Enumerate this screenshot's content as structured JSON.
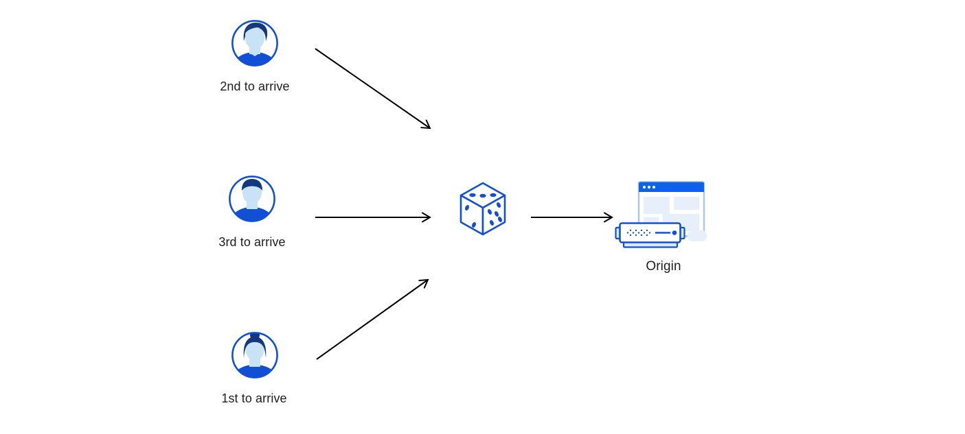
{
  "diagram": {
    "colors": {
      "background": "#ffffff",
      "arrow": "#000000",
      "blue": "#1150d4",
      "blue_dark": "#14387e",
      "blue_bar": "#0e62e6",
      "blue_light": "#c8e2f6",
      "blue_pale": "#e7f0fa",
      "text": "#1d1d1f"
    },
    "clients": [
      {
        "label": "2nd to arrive",
        "icon": "person-avatar-icon"
      },
      {
        "label": "3rd to arrive",
        "icon": "person-avatar-icon"
      },
      {
        "label": "1st to arrive",
        "icon": "person-avatar-icon"
      }
    ],
    "hub": {
      "icon": "dice-icon"
    },
    "origin": {
      "label": "Origin",
      "icon": "origin-server-icon"
    }
  }
}
